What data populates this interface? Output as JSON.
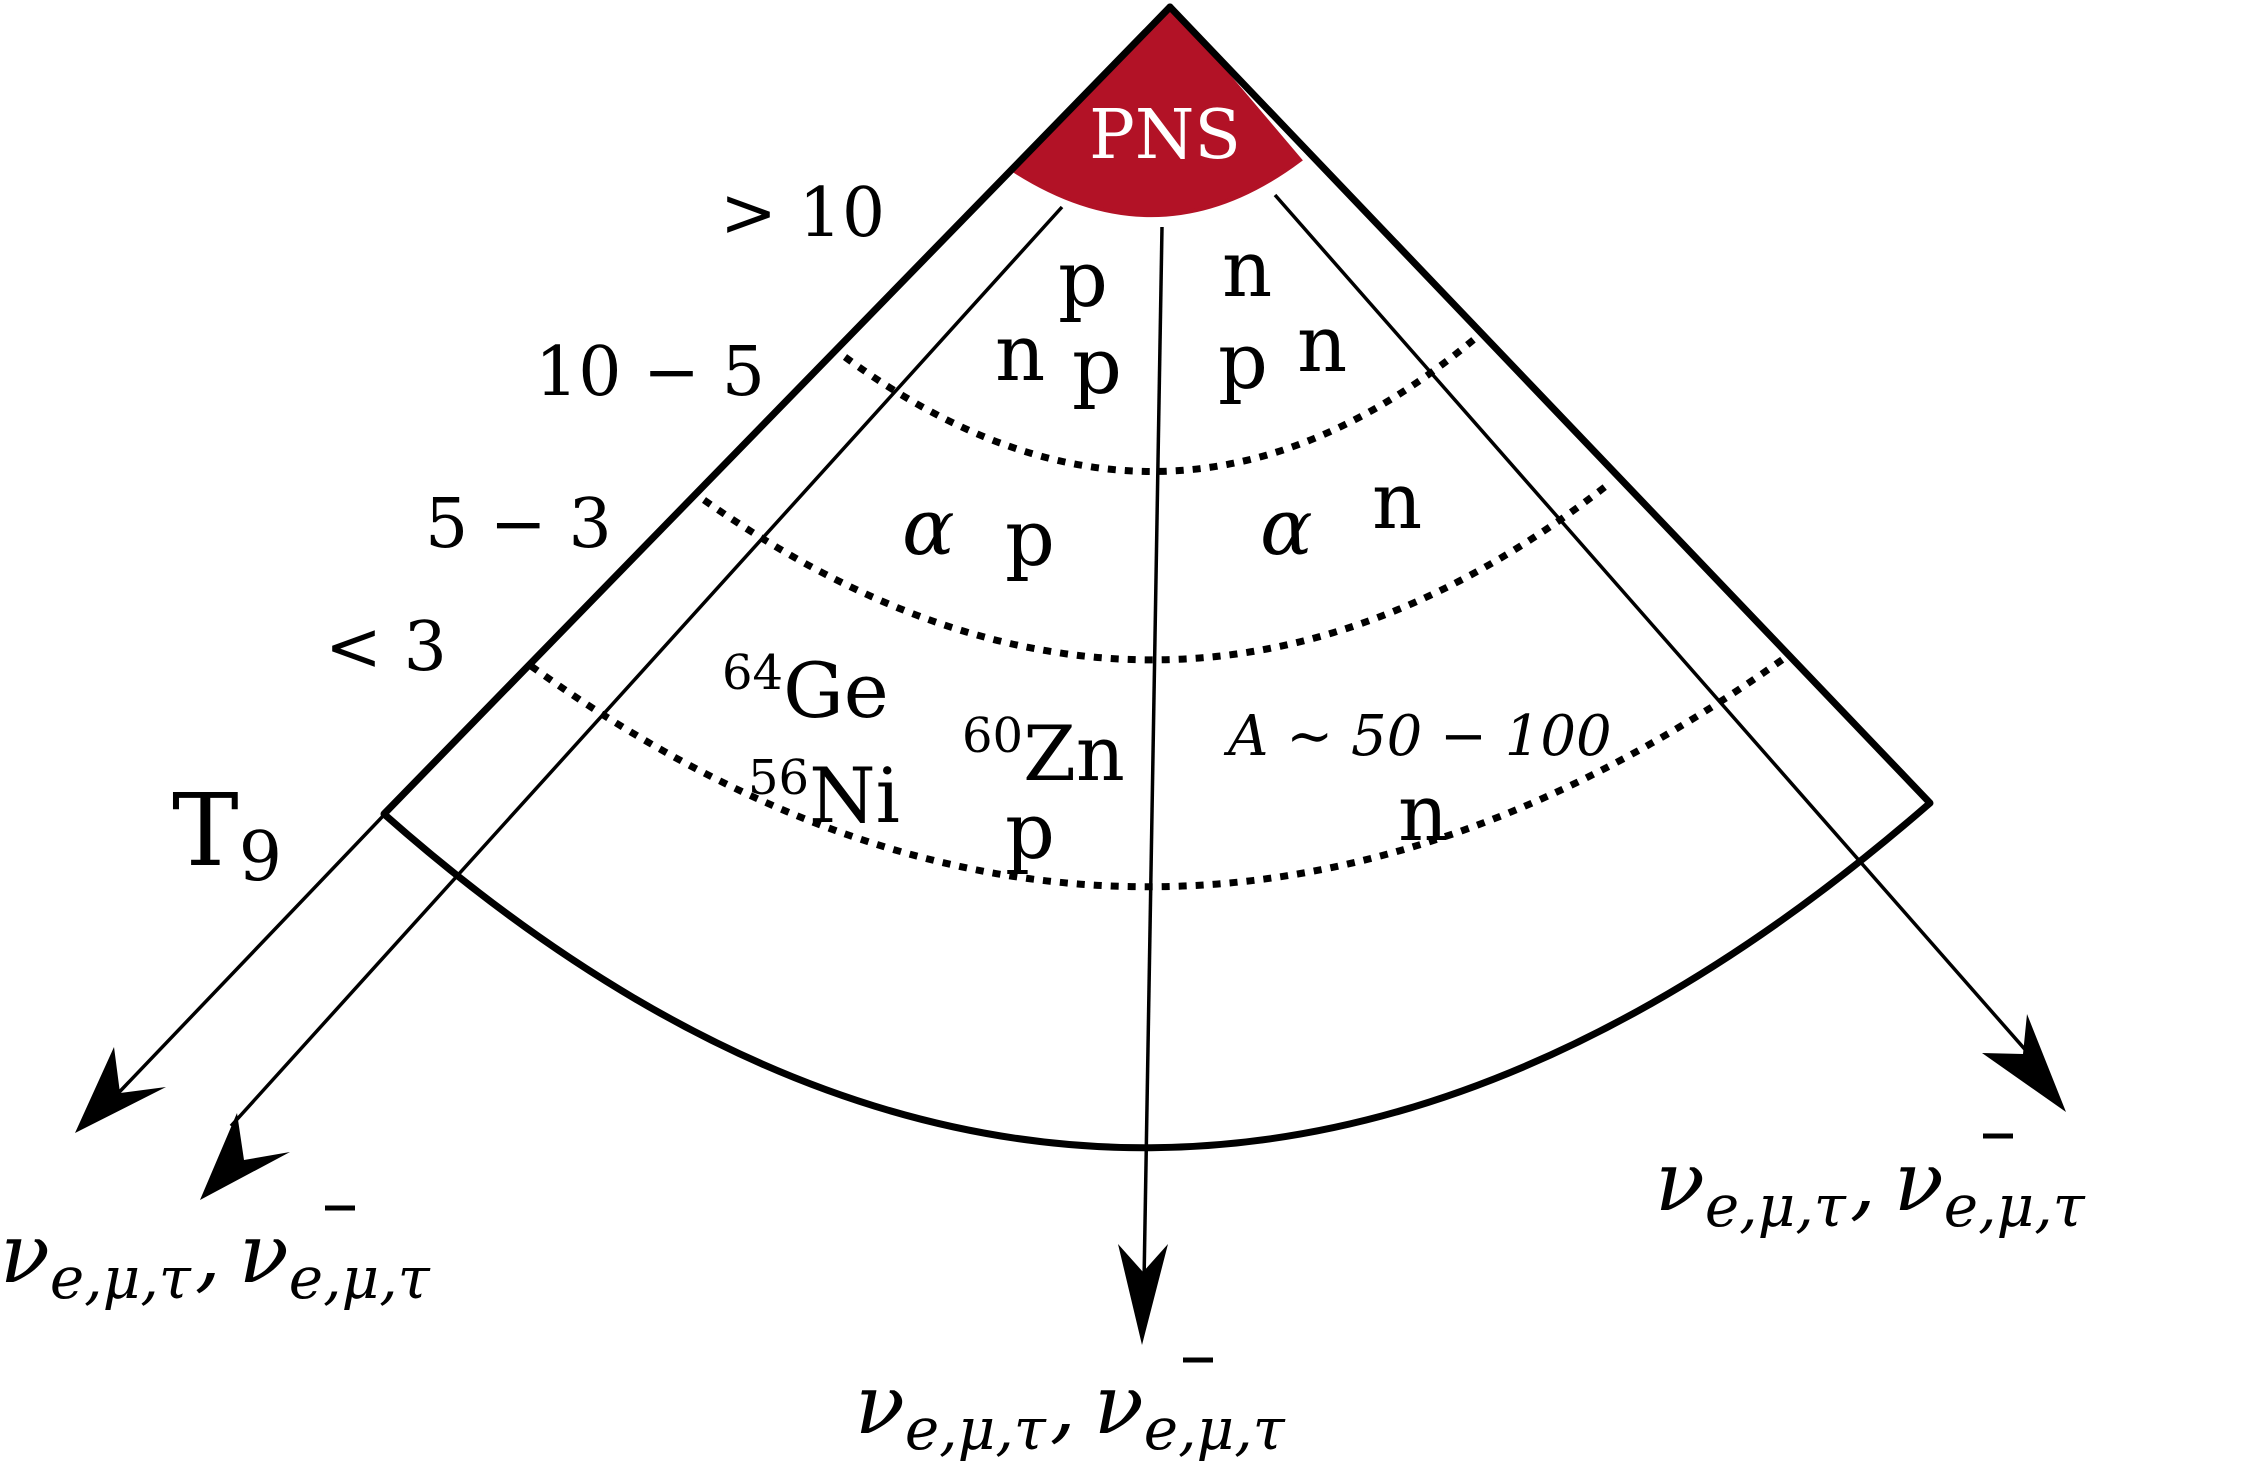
{
  "pns_label": "PNS",
  "colors": {
    "pns_fill": "#b21226",
    "line": "#000000",
    "background": "#ffffff"
  },
  "temperature_axis": {
    "label_main": "T",
    "label_sub": "9",
    "zones": [
      ">  10",
      "10 − 5",
      "5 − 3",
      "< 3"
    ]
  },
  "particles": {
    "zone1": {
      "left": "p",
      "right": "n"
    },
    "zone2": {
      "left_n": "n",
      "left_p": "p",
      "right_p": "p",
      "right_n": "n"
    },
    "zone3": {
      "left_alpha": "α",
      "left_p": "p",
      "right_alpha": "α",
      "right_n": "n"
    },
    "zone4": {
      "ge_mass": "64",
      "ge_symbol": "Ge",
      "ni_mass": "56",
      "ni_symbol": "Ni",
      "zn_mass": "60",
      "zn_symbol": "Zn",
      "p": "p",
      "mass_range": "A ∼ 50 − 100",
      "n": "n"
    }
  },
  "neutrino_labels": {
    "left": {
      "nu": "ν",
      "sub1": "e,μ,τ",
      "comma": ",",
      "nubar": "ν",
      "sub2": "e,μ,τ"
    },
    "center": {
      "nu": "ν",
      "sub1": "e,μ,τ",
      "comma": ",",
      "nubar": "ν",
      "sub2": "e,μ,τ"
    },
    "right": {
      "nu": "ν",
      "sub1": "e,μ,τ",
      "comma": ",",
      "nubar": "ν",
      "sub2": "e,μ,τ"
    }
  }
}
